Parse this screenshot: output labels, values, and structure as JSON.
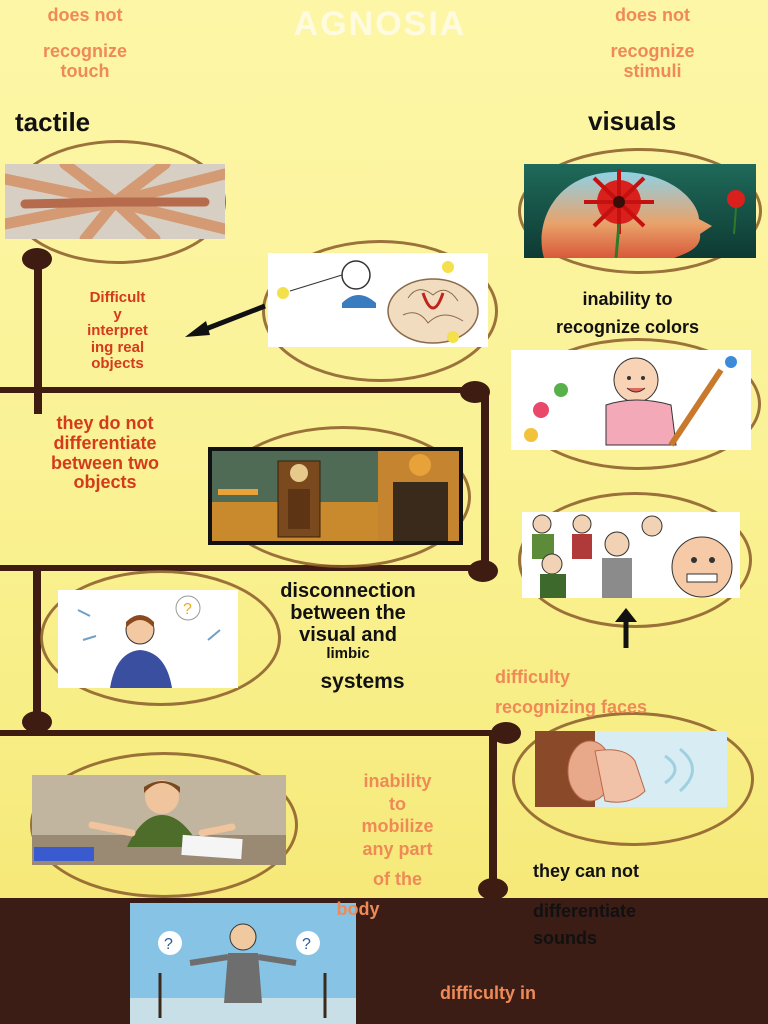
{
  "title": "AGNOSIA",
  "left_header": {
    "line1": "does not",
    "line2": "recognize",
    "line3": "touch"
  },
  "right_header": {
    "line1": "does not",
    "line2": "recognize",
    "line3": "stimuli"
  },
  "left_category": "tactile",
  "right_category": "visuals",
  "texts": {
    "difficulty_interpreting": [
      "Difficult",
      "y",
      "interpret",
      "ing real",
      "objects"
    ],
    "inability_colors": [
      "inability to",
      "recognize colors"
    ],
    "not_differentiate_objects": [
      "they do not",
      "differentiate",
      "between two",
      "objects"
    ],
    "disconnection": [
      "disconnection",
      "between the",
      "visual and",
      "limbic"
    ],
    "systems": "systems",
    "difficulty_faces": [
      "difficulty",
      "recognizing faces"
    ],
    "inability_mobilize": [
      "inability",
      "to",
      "mobilize",
      "any part",
      "of the"
    ],
    "body": "body",
    "cannot_differentiate_sounds": [
      "they can not",
      "differentiate",
      "sounds"
    ],
    "difficulty_in": "difficulty in"
  },
  "colors": {
    "accent_orange": "#ef8a57",
    "accent_red": "#d43a1c",
    "timeline_brown": "#3e1c12",
    "footer_brown": "#3b1d16",
    "background_yellow": "#fbf39a"
  }
}
